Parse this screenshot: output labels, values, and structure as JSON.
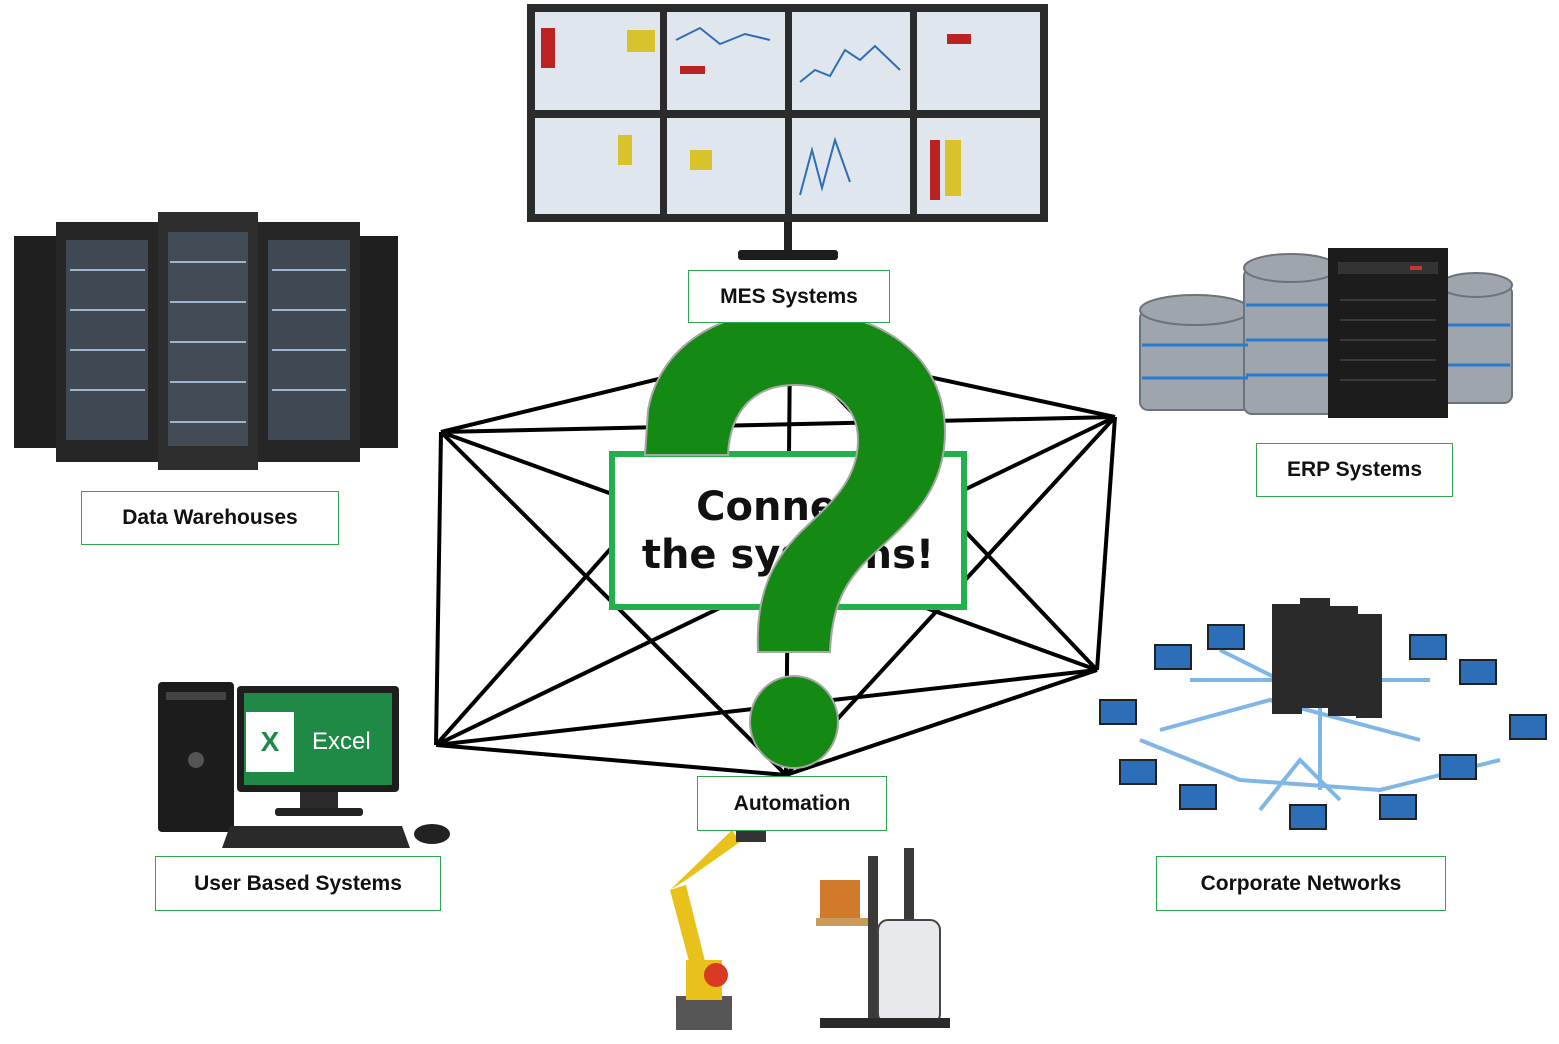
{
  "labels": {
    "mes": "MES Systems",
    "data_warehouses": "Data Warehouses",
    "erp": "ERP Systems",
    "user_based": "User Based Systems",
    "automation": "Automation",
    "corporate": "Corporate Networks"
  },
  "center": {
    "line1": "Connect",
    "line2": "the systems!"
  },
  "excel_screen": {
    "icon_letter": "X",
    "app_name": "Excel"
  },
  "colors": {
    "accent_green": "#22b04a",
    "question_mark_green": "#148a14",
    "excel_green": "#1f8a46",
    "line_black": "#000000"
  },
  "icons": [
    "monitor-wall-icon",
    "server-racks-icon",
    "database-server-icon",
    "desktop-computer-icon",
    "network-icon",
    "robot-arm-icon",
    "forklift-icon",
    "question-mark-icon"
  ]
}
